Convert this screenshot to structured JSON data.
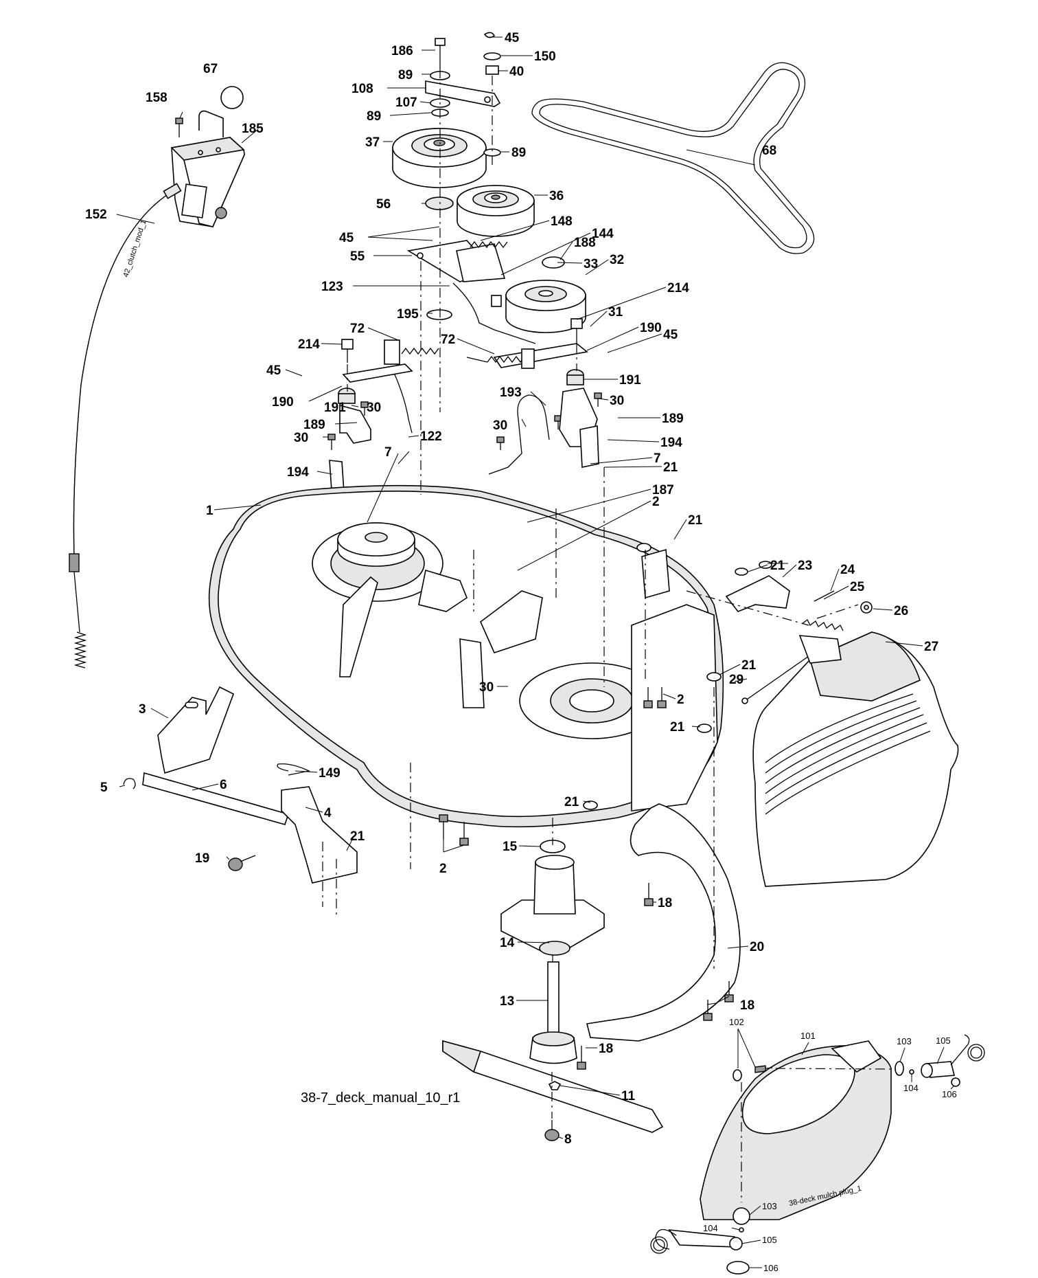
{
  "diagram_ref": "38-7_deck_manual_10_r1",
  "cable_ref": "42_clutch_mod_1",
  "mulch_ref": "38-deck mulch plug_1",
  "callouts": [
    {
      "id": "c-186",
      "label": "186"
    },
    {
      "id": "c-45a",
      "label": "45"
    },
    {
      "id": "c-150",
      "label": "150"
    },
    {
      "id": "c-89a",
      "label": "89"
    },
    {
      "id": "c-40",
      "label": "40"
    },
    {
      "id": "c-108",
      "label": "108"
    },
    {
      "id": "c-107",
      "label": "107"
    },
    {
      "id": "c-89b",
      "label": "89"
    },
    {
      "id": "c-37",
      "label": "37"
    },
    {
      "id": "c-89c",
      "label": "89"
    },
    {
      "id": "c-67",
      "label": "67"
    },
    {
      "id": "c-158",
      "label": "158"
    },
    {
      "id": "c-185",
      "label": "185"
    },
    {
      "id": "c-152",
      "label": "152"
    },
    {
      "id": "c-56",
      "label": "56"
    },
    {
      "id": "c-36",
      "label": "36"
    },
    {
      "id": "c-68",
      "label": "68"
    },
    {
      "id": "c-148",
      "label": "148"
    },
    {
      "id": "c-144",
      "label": "144"
    },
    {
      "id": "c-45b",
      "label": "45"
    },
    {
      "id": "c-188",
      "label": "188"
    },
    {
      "id": "c-55",
      "label": "55"
    },
    {
      "id": "c-33",
      "label": "33"
    },
    {
      "id": "c-32",
      "label": "32"
    },
    {
      "id": "c-123",
      "label": "123"
    },
    {
      "id": "c-214a",
      "label": "214"
    },
    {
      "id": "c-195",
      "label": "195"
    },
    {
      "id": "c-31",
      "label": "31"
    },
    {
      "id": "c-72a",
      "label": "72"
    },
    {
      "id": "c-72b",
      "label": "72"
    },
    {
      "id": "c-190a",
      "label": "190"
    },
    {
      "id": "c-214b",
      "label": "214"
    },
    {
      "id": "c-45c",
      "label": "45"
    },
    {
      "id": "c-45d",
      "label": "45"
    },
    {
      "id": "c-191a",
      "label": "191"
    },
    {
      "id": "c-193",
      "label": "193"
    },
    {
      "id": "c-190b",
      "label": "190"
    },
    {
      "id": "c-191b",
      "label": "191"
    },
    {
      "id": "c-30a",
      "label": "30"
    },
    {
      "id": "c-30b",
      "label": "30"
    },
    {
      "id": "c-189a",
      "label": "189"
    },
    {
      "id": "c-189b",
      "label": "189"
    },
    {
      "id": "c-30c",
      "label": "30"
    },
    {
      "id": "c-122",
      "label": "122"
    },
    {
      "id": "c-30d",
      "label": "30"
    },
    {
      "id": "c-194a",
      "label": "194"
    },
    {
      "id": "c-7a",
      "label": "7"
    },
    {
      "id": "c-7b",
      "label": "7"
    },
    {
      "id": "c-21a",
      "label": "21"
    },
    {
      "id": "c-194b",
      "label": "194"
    },
    {
      "id": "c-187",
      "label": "187"
    },
    {
      "id": "c-1",
      "label": "1"
    },
    {
      "id": "c-2a",
      "label": "2"
    },
    {
      "id": "c-21b",
      "label": "21"
    },
    {
      "id": "c-21c",
      "label": "21"
    },
    {
      "id": "c-23",
      "label": "23"
    },
    {
      "id": "c-24",
      "label": "24"
    },
    {
      "id": "c-25",
      "label": "25"
    },
    {
      "id": "c-26",
      "label": "26"
    },
    {
      "id": "c-27",
      "label": "27"
    },
    {
      "id": "c-21d",
      "label": "21"
    },
    {
      "id": "c-29",
      "label": "29"
    },
    {
      "id": "c-30e",
      "label": "30"
    },
    {
      "id": "c-2b",
      "label": "2"
    },
    {
      "id": "c-21e",
      "label": "21"
    },
    {
      "id": "c-3",
      "label": "3"
    },
    {
      "id": "c-149",
      "label": "149"
    },
    {
      "id": "c-5",
      "label": "5"
    },
    {
      "id": "c-6",
      "label": "6"
    },
    {
      "id": "c-4",
      "label": "4"
    },
    {
      "id": "c-21f",
      "label": "21"
    },
    {
      "id": "c-21g",
      "label": "21"
    },
    {
      "id": "c-19",
      "label": "19"
    },
    {
      "id": "c-15",
      "label": "15"
    },
    {
      "id": "c-2c",
      "label": "2"
    },
    {
      "id": "c-18a",
      "label": "18"
    },
    {
      "id": "c-14",
      "label": "14"
    },
    {
      "id": "c-20",
      "label": "20"
    },
    {
      "id": "c-18b",
      "label": "18"
    },
    {
      "id": "c-13",
      "label": "13"
    },
    {
      "id": "c-18c",
      "label": "18"
    },
    {
      "id": "c-11",
      "label": "11"
    },
    {
      "id": "c-8",
      "label": "8"
    },
    {
      "id": "c-102",
      "label": "102"
    },
    {
      "id": "c-101",
      "label": "101"
    },
    {
      "id": "c-103a",
      "label": "103"
    },
    {
      "id": "c-105a",
      "label": "105"
    },
    {
      "id": "c-104a",
      "label": "104"
    },
    {
      "id": "c-106a",
      "label": "106"
    },
    {
      "id": "c-103b",
      "label": "103"
    },
    {
      "id": "c-104b",
      "label": "104"
    },
    {
      "id": "c-105b",
      "label": "105"
    },
    {
      "id": "c-106b",
      "label": "106"
    }
  ]
}
